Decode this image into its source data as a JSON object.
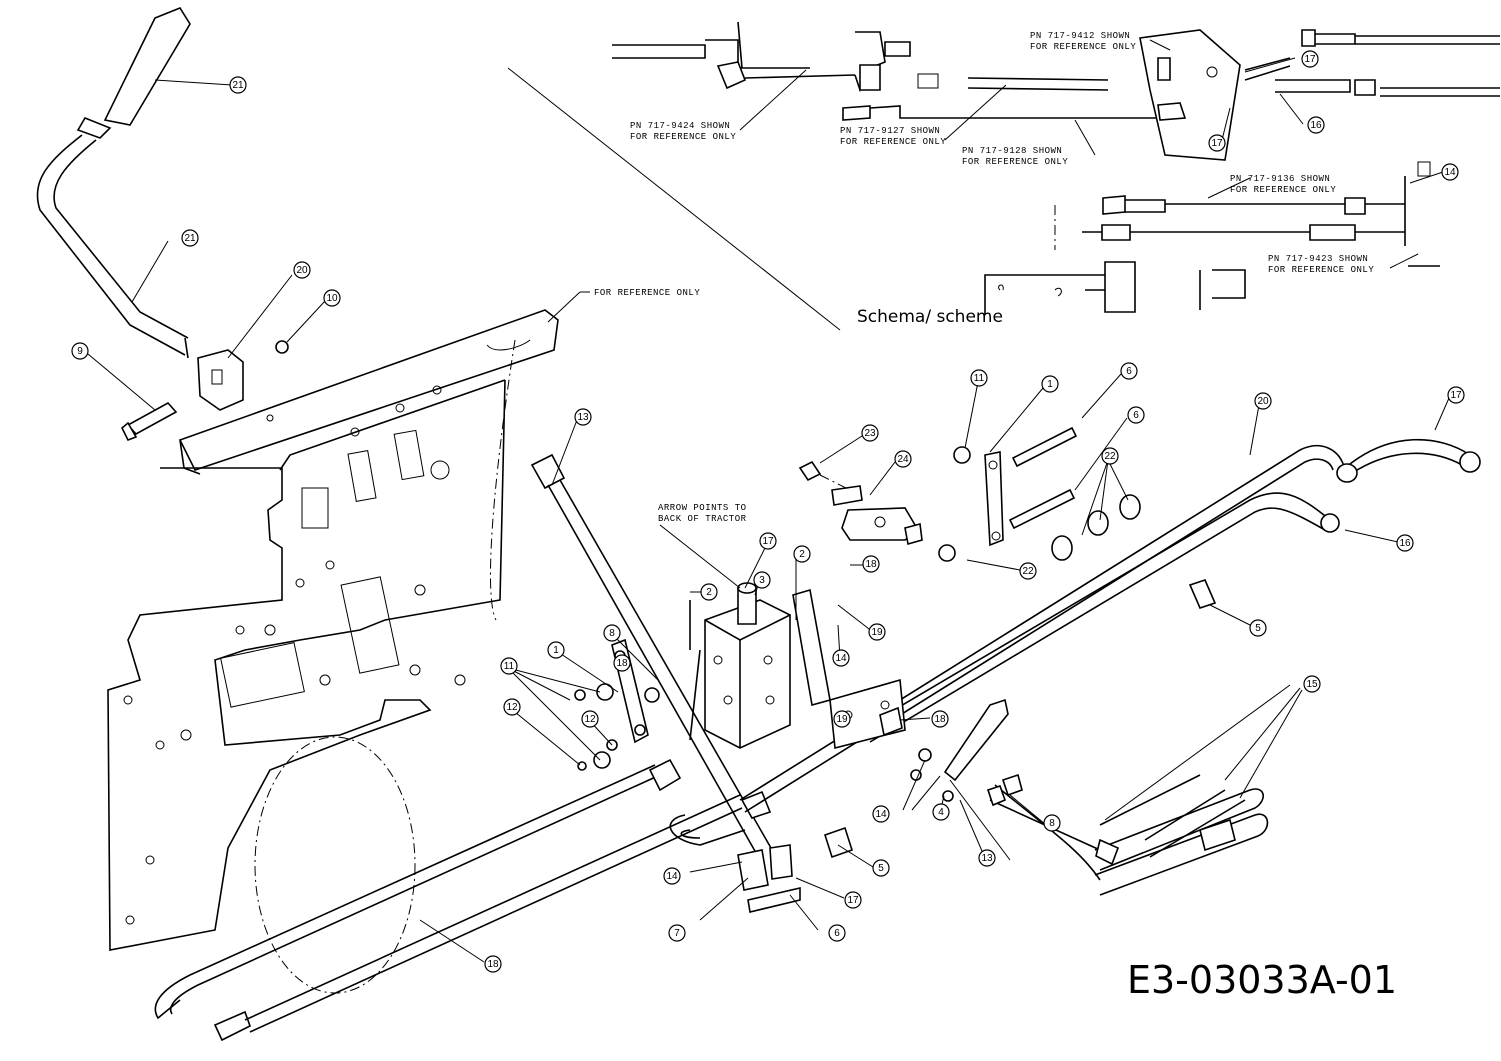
{
  "drawing_number": "E3-03033A-01",
  "schema_label": "Schema/ scheme",
  "notes": {
    "for_reference_only": "FOR REFERENCE ONLY",
    "arrow_line1": "ARROW POINTS TO",
    "arrow_line2": "BACK OF TRACTOR",
    "pn_9424": "PN 717-9424 SHOWN",
    "pn_9424_b": "FOR REFERENCE ONLY",
    "pn_9412": "PN 717-9412 SHOWN",
    "pn_9412_b": "FOR REFERENCE ONLY",
    "pn_9127": "PN 717-9127 SHOWN",
    "pn_9127_b": "FOR REFERENCE ONLY",
    "pn_9128": "PN 717-9128 SHOWN",
    "pn_9128_b": "FOR REFERENCE ONLY",
    "pn_9136": "PN 717-9136 SHOWN",
    "pn_9136_b": "FOR REFERENCE ONLY",
    "pn_9423": "PN 717-9423 SHOWN",
    "pn_9423_b": "FOR REFERENCE ONLY"
  },
  "callouts": [
    "21",
    "21",
    "20",
    "10",
    "9",
    "13",
    "23",
    "24",
    "11",
    "1",
    "6",
    "6",
    "20",
    "17",
    "22",
    "22",
    "16",
    "5",
    "17",
    "2",
    "3",
    "2",
    "8",
    "1",
    "11",
    "12",
    "12",
    "18",
    "19",
    "14",
    "18",
    "19",
    "18",
    "14",
    "4",
    "8",
    "13",
    "15",
    "14",
    "5",
    "17",
    "7",
    "6",
    "18",
    "17",
    "17",
    "16",
    "14"
  ]
}
